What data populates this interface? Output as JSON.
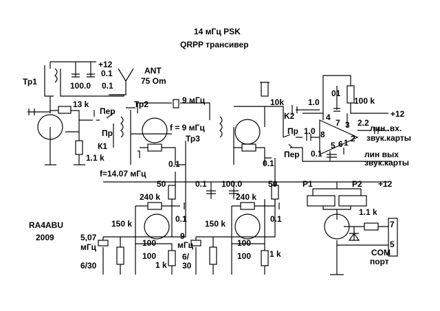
{
  "title": {
    "line1": "14 мГц  PSK",
    "line2": "QRPP  трансивер"
  },
  "author": {
    "callsign": "RA4ABU",
    "year": "2009"
  },
  "labels": {
    "tr1": "Тр1",
    "plus12_a": "+12",
    "c01_a": "0.1",
    "c100_a": "100.0",
    "c01_b": "0.1",
    "ant": "ANT",
    "ant_imp": "75 Om",
    "r13k": "13 k",
    "per1": "Пер",
    "pr1": "Пр",
    "k1": "К1",
    "r11k_a": "1.1 k",
    "tr2": "Тр2",
    "xtal9": "9 мГц",
    "f9": "f = 9 мГц",
    "tr3": "Тр3",
    "c01_c": "0.1",
    "f1407": "f=14.07 мГц",
    "r10k": "10k",
    "k2": "K2",
    "c10_a": "1.0",
    "c01_d": "01",
    "r100k": "100 k",
    "plus12_b": "+12",
    "pr2": "Пр",
    "c10_b": "1.0",
    "pin8": "8",
    "pin4": "4",
    "pin7": "7",
    "pin3": "3",
    "c22": "2.2",
    "line_in1": "лин .вх.",
    "line_in2": "звук.карты",
    "pin2": "2",
    "pin1": "1",
    "pin5": "5",
    "pin6": "6",
    "c01_e": "0.1",
    "per2": "Пер",
    "line_out1": "лин вых",
    "line_out2": "звук.карты",
    "c01_f": "0.1",
    "r50_a": "50",
    "c01_g": "0.1",
    "c100_b": "100.0",
    "r50_b": "50",
    "p1": "P1",
    "p2": "P2",
    "plus12_c": "+12",
    "r240k_a": "240 k",
    "r240k_b": "240 k",
    "c01_h": "0.1",
    "c01_i": "0.1",
    "r150k_a": "150 k",
    "r150k_b": "150 k",
    "xtal507_a": "5,07",
    "xtal507_b": "мГц",
    "c100_c": "100",
    "c100_d": "100",
    "c100_e": "100",
    "c100_f": "100",
    "r1k_a": "1 k",
    "r1k_b": "1 k",
    "trim_a": "6/30",
    "xtal9b_a": "9",
    "xtal9b_b": "мГц",
    "trim_b1": "6/",
    "trim_b2": "30",
    "r11k_b": "1.1 k",
    "com_pin7": "7",
    "com_pin5": "5",
    "com1": "COM",
    "com2": "порт"
  }
}
